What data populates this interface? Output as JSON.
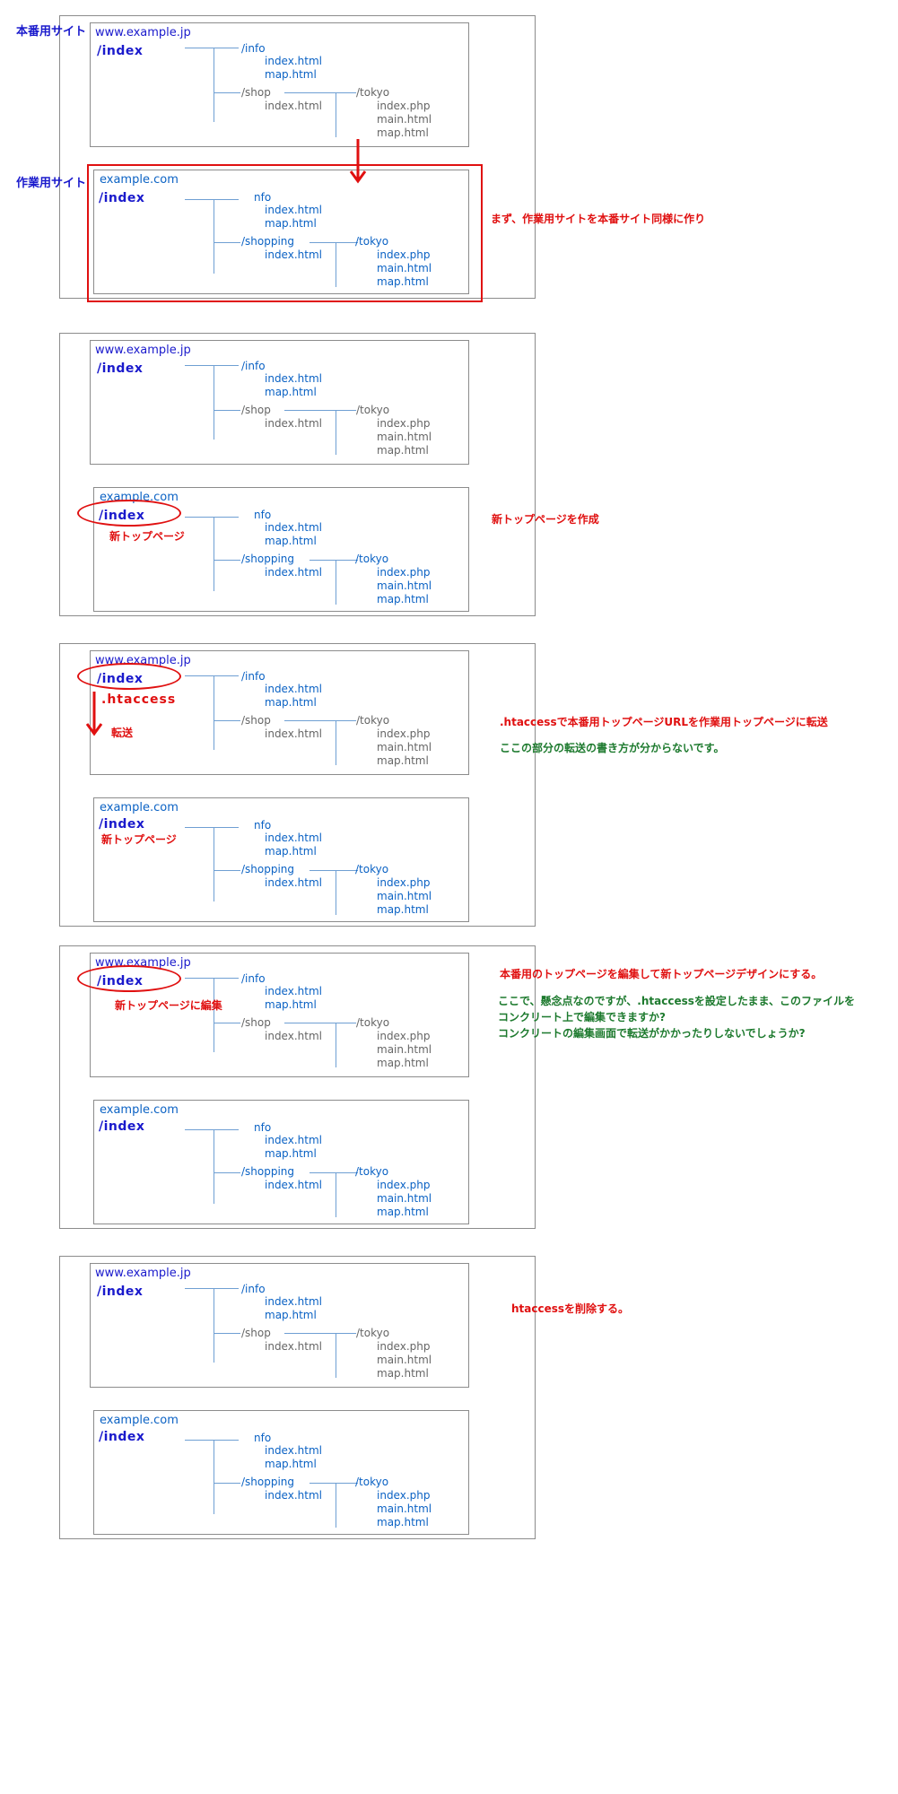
{
  "labels": {
    "production_site": "本番用サイト",
    "work_site": "作業用サイト"
  },
  "tree": {
    "prod": {
      "domain": "www.example.jp",
      "root": "/index",
      "info": "/info",
      "info_files": [
        "index.html",
        "map.html"
      ],
      "shop": "/shop",
      "shop_file": "index.html",
      "tokyo": "/tokyo",
      "tokyo_files": [
        "index.php",
        "main.html",
        "map.html"
      ]
    },
    "work": {
      "domain": "example.com",
      "root": "/index",
      "info": "nfo",
      "info_files": [
        "index.html",
        "map.html"
      ],
      "shop": "/shopping",
      "shop_file": "index.html",
      "tokyo": "/tokyo",
      "tokyo_files": [
        "index.php",
        "main.html",
        "map.html"
      ]
    }
  },
  "step1": {
    "note": "まず、作業用サイトを本番サイト同様に作り"
  },
  "step2": {
    "annotation": "新トップページ",
    "note": "新トップページを作成"
  },
  "step3": {
    "htaccess_label": ".htaccess",
    "transfer_label": "転送",
    "work_annotation": "新トップページ",
    "note_red": ".htaccessで本番用トップページURLを作業用トップページに転送",
    "note_green": "ここの部分の転送の書き方が分からないです。"
  },
  "step4": {
    "annotation": "新トップページに編集",
    "note_red": "本番用のトップページを編集して新トップページデザインにする。",
    "note_green_lines": [
      "ここで、懸念点なのですが、.htaccessを設定したまま、このファイルを",
      "コンクリート上で編集できますか?",
      "コンクリートの編集画面で転送がかかったりしないでしょうか?"
    ]
  },
  "step5": {
    "note": "htaccessを削除する。"
  },
  "colors": {
    "red": "#e01010",
    "green": "#1d7a2e",
    "blue": "#1a1acc",
    "link_blue": "#0b62c4",
    "gray": "#666666",
    "tree_line": "#6f9fd3",
    "frame": "#8c8c8c"
  }
}
